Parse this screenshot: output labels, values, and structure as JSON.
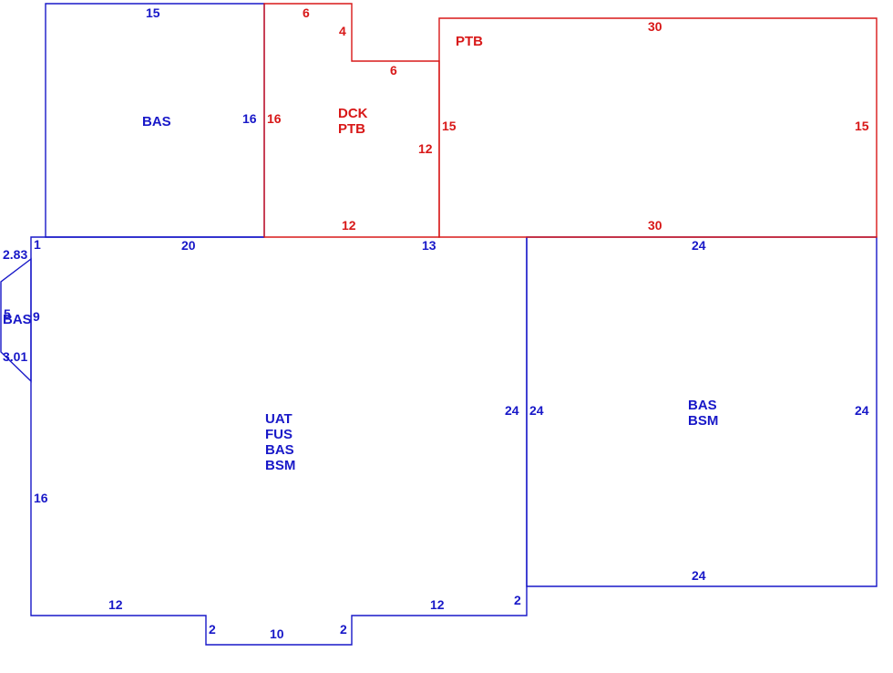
{
  "colors": {
    "living": "#1818c8",
    "exterior": "#d81818"
  },
  "areas": {
    "upper_left": "BAS",
    "deck_1": "DCK",
    "deck_2": "PTB",
    "patio": "PTB",
    "main_1": "UAT",
    "main_2": "FUS",
    "main_3": "BAS",
    "main_4": "BSM",
    "right_1": "BAS",
    "right_2": "BSM",
    "bay": "BAS"
  },
  "dimensions": {
    "ul_top": "15",
    "ul_right": "16",
    "deck_left": "16",
    "deck_top": "6",
    "deck_step_v": "4",
    "deck_step_h": "6",
    "deck_right": "12",
    "deck_bottom": "12",
    "patio_top": "30",
    "patio_left": "15",
    "patio_right": "15",
    "patio_bottom": "30",
    "main_top_corner": "1",
    "main_top_left": "20",
    "main_top_mid": "13",
    "main_right": "24",
    "main_left": "16",
    "main_bottom_left": "12",
    "notch_left": "2",
    "notch_bottom": "10",
    "notch_right": "2",
    "main_bottom_right": "12",
    "main_step": "2",
    "right_top": "24",
    "right_left": "24",
    "right_right": "24",
    "right_bottom": "24",
    "bay_top": "2.83",
    "bay_mid_a": "5",
    "bay_mid_b": "9",
    "bay_bottom": "3.01"
  }
}
